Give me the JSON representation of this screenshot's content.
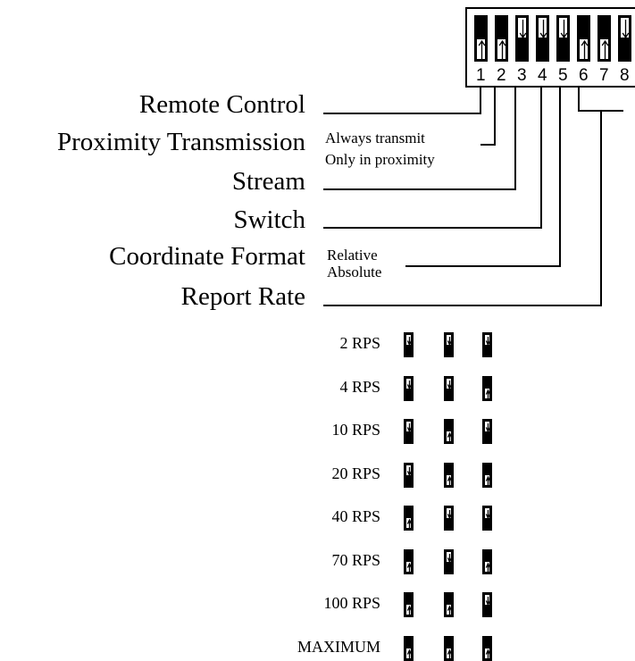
{
  "labels": {
    "remote_control": "Remote Control",
    "proximity_transmission": "Proximity Transmission",
    "stream": "Stream",
    "switch": "Switch",
    "coordinate_format": "Coordinate Format",
    "report_rate": "Report Rate"
  },
  "options": {
    "always_transmit": "Always transmit",
    "only_in_proximity": "Only in proximity",
    "relative": "Relative",
    "absolute": "Absolute"
  },
  "dip_switch": {
    "numbers": [
      "1",
      "2",
      "3",
      "4",
      "5",
      "6",
      "7",
      "8"
    ],
    "positions": [
      "up",
      "up",
      "down",
      "down",
      "down",
      "up",
      "up",
      "down"
    ]
  },
  "report_rates": [
    {
      "label": "2 RPS",
      "switches": [
        "down",
        "down",
        "down"
      ]
    },
    {
      "label": "4 RPS",
      "switches": [
        "down",
        "down",
        "up"
      ]
    },
    {
      "label": "10 RPS",
      "switches": [
        "down",
        "up",
        "down"
      ]
    },
    {
      "label": "20 RPS",
      "switches": [
        "down",
        "up",
        "up"
      ]
    },
    {
      "label": "40 RPS",
      "switches": [
        "up",
        "down",
        "down"
      ]
    },
    {
      "label": "70 RPS",
      "switches": [
        "up",
        "down",
        "up"
      ]
    },
    {
      "label": "100 RPS",
      "switches": [
        "up",
        "up",
        "down"
      ]
    },
    {
      "label": "MAXIMUM",
      "switches": [
        "up",
        "up",
        "up"
      ]
    }
  ]
}
